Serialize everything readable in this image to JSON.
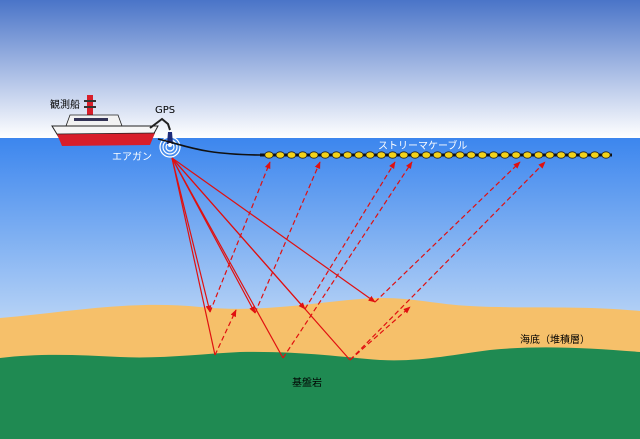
{
  "labels": {
    "ship": "観測船",
    "gps": "GPS",
    "airgun": "エアガン",
    "streamer": "ストリーマケーブル",
    "seabed": "海底（堆積層）",
    "bedrock": "基盤岩"
  },
  "colors": {
    "sky_top": "#4a74c8",
    "sky_bottom": "#ffffff",
    "sea_top": "#3c86ee",
    "sea_bottom": "#bcd6f6",
    "sediment": "#f6c06a",
    "bedrock": "#1f8a52",
    "ray": "#e01010",
    "hull": "#d81e2a",
    "streamer_float": "#f2d21a"
  },
  "icons": [
    "ship-icon",
    "airgun-icon",
    "streamer-cable-icon"
  ],
  "streamer": {
    "float_count": 31
  }
}
